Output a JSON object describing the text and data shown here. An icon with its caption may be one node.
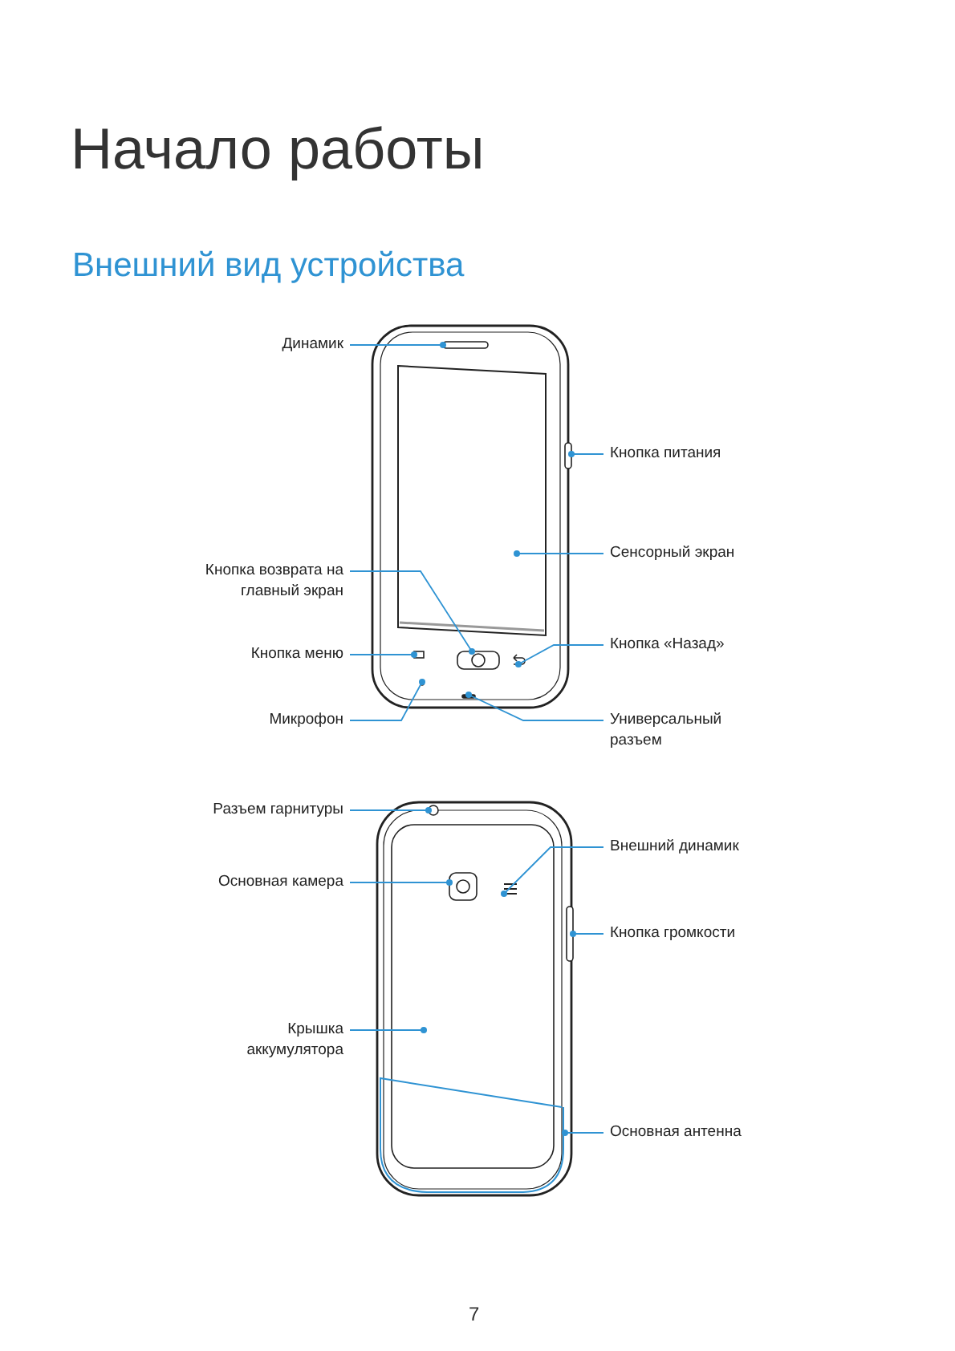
{
  "diagram": {
    "title": "Начало работы",
    "nodes": [
      {
        "text": [
          "Динамик"
        ]
      },
      {
        "text": [
          "Кнопка питания"
        ]
      },
      {
        "text": [
          "Сенсорный экран"
        ]
      },
      {
        "text": [
          "Кнопка возврата на главный экран"
        ]
      },
      {
        "text": [
          "Кнопка «Назад»"
        ]
      },
      {
        "text": [
          "Кнопка меню"
        ]
      },
      {
        "text": [
          "Микрофон"
        ]
      },
      {
        "text": [
          "Универсальный разъем"
        ]
      },
      {
        "text": [
          "Разъем гарнитуры"
        ]
      },
      {
        "text": [
          "Внешний динамик"
        ]
      },
      {
        "text": [
          "Основная камера"
        ]
      },
      {
        "text": [
          "Кнопка громкости"
        ]
      },
      {
        "text": [
          "Крышка аккумулятора"
        ]
      },
      {
        "text": [
          "Основная антенна"
        ]
      },
      {
        "text": [],
        "shape": "bar"
      },
      {
        "text": [],
        "shape": "bar"
      },
      {
        "text": [],
        "shape": "box"
      },
      {
        "text": [],
        "shape": "arrow"
      },
      {
        "text": [],
        "shape": "box"
      },
      {
        "text": [],
        "shape": "circle"
      },
      {
        "text": [],
        "shape": "bar"
      },
      {
        "text": [],
        "shape": "circle"
      },
      {
        "text": [],
        "shape": "grille"
      },
      {
        "text": [],
        "shape": "box"
      },
      {
        "text": [],
        "shape": "bar"
      }
    ],
    "edges": [
      {
        "from": 0,
        "to": 14,
        "arrow": "other"
      },
      {
        "from": 1,
        "to": 15,
        "arrow": "other"
      },
      {
        "from": 2,
        "to": null,
        "arrow": "other"
      },
      {
        "from": 3,
        "to": 16,
        "arrow": "other"
      },
      {
        "from": 4,
        "to": 17,
        "arrow": "other"
      },
      {
        "from": 5,
        "to": 18,
        "arrow": "other"
      },
      {
        "from": 6,
        "to": 19,
        "arrow": "other"
      },
      {
        "from": 7,
        "to": 20,
        "arrow": "other"
      },
      {
        "from": 8,
        "to": 21,
        "arrow": "other"
      },
      {
        "from": 9,
        "to": 22,
        "arrow": "other"
      },
      {
        "from": 10,
        "to": 23,
        "arrow": "other"
      },
      {
        "from": 11,
        "to": 24,
        "arrow": "other"
      },
      {
        "from": 12,
        "to": null,
        "arrow": "other"
      },
      {
        "from": 13,
        "to": null,
        "arrow": "other"
      }
    ],
    "labels": [
      "Внешний вид устройства",
      "7"
    ]
  }
}
